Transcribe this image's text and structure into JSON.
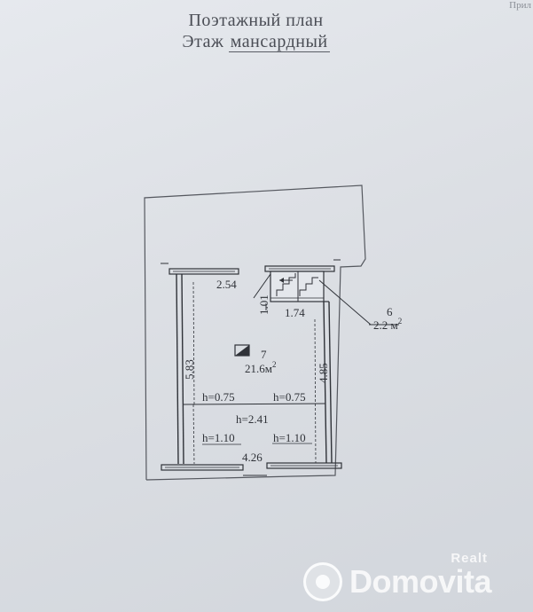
{
  "header": {
    "corner_text": "Прил",
    "title_line1": "Поэтажный план",
    "title_line2_prefix": "Этаж",
    "title_line2_value": "мансардный"
  },
  "plan": {
    "dim_top_left": "2.54",
    "dim_stair_short": "1.01",
    "dim_stair_width": "1.74",
    "dim_left_height": "5.83",
    "dim_right_height": "4.85",
    "dim_bottom_width": "4.26",
    "room_7": {
      "number": "7",
      "area": "21.6м",
      "area_sup": "2"
    },
    "room_6": {
      "number": "6",
      "area": "2.2 м",
      "area_sup": "2"
    },
    "heights": {
      "upper_left": "h=0.75",
      "upper_right": "h=0.75",
      "center": "h=2.41",
      "lower_left": "h=1.10",
      "lower_right": "h=1.10"
    }
  },
  "watermark": {
    "top_text": "Realt",
    "brand_text": "Domovita"
  }
}
